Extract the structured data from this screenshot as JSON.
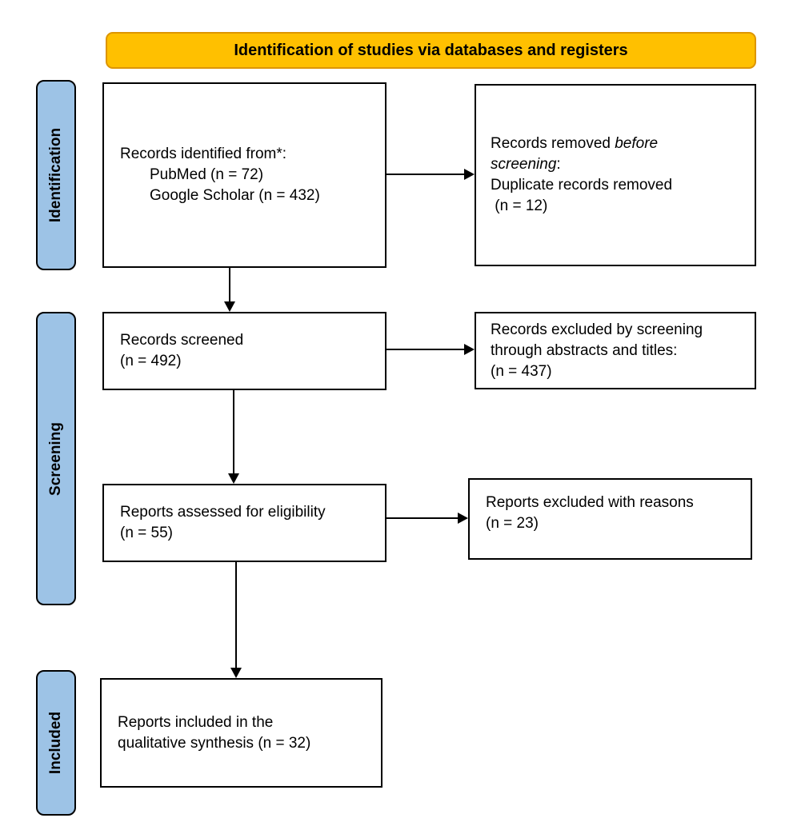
{
  "banner": {
    "title": "Identification of studies via databases and registers"
  },
  "stages": [
    {
      "id": "identification",
      "label": "Identification"
    },
    {
      "id": "screening",
      "label": "Screening"
    },
    {
      "id": "included",
      "label": "Included"
    }
  ],
  "boxes": {
    "identified": {
      "l1": "Records identified from*:",
      "l2": "PubMed (n = 72)",
      "l3": "Google Scholar (n = 432)"
    },
    "removed": {
      "l1a": "Records removed ",
      "l1b": "before",
      "l2a": "screening",
      "l2b": ":",
      "l3": "Duplicate records removed",
      "l4": " (n = 12)"
    },
    "screened": {
      "l1": "Records screened",
      "l2": "(n = 492)"
    },
    "excluded_screening": {
      "l1": "Records excluded by screening",
      "l2": "through abstracts and titles:",
      "l3": "(n = 437)"
    },
    "assessed": {
      "l1": "Reports assessed for eligibility",
      "l2": "(n = 55)"
    },
    "excluded_reasons": {
      "l1": "Reports excluded with reasons",
      "l2": "(n = 23)"
    },
    "included": {
      "l1": "Reports included in the",
      "l2": "qualitative synthesis (n = 32)"
    }
  },
  "colors": {
    "banner_fill": "#FFC000",
    "banner_border": "#DD9500",
    "stage_fill": "#9DC3E6",
    "stage_border": "#000000",
    "box_fill": "#FFFFFF",
    "box_border": "#000000",
    "arrow": "#000000",
    "text": "#000000"
  }
}
